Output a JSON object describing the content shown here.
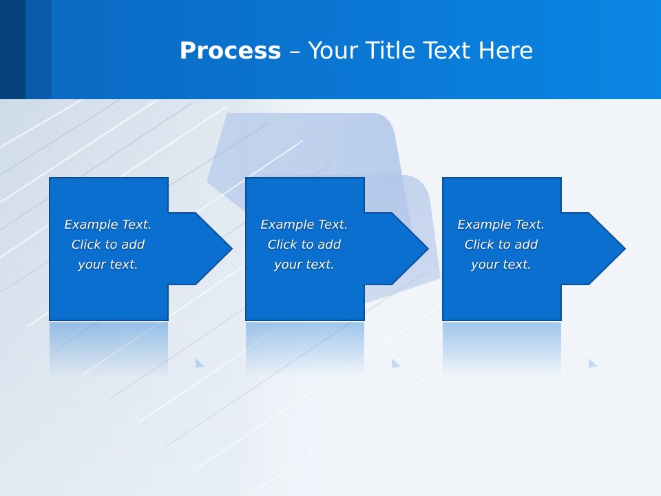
{
  "slide": {
    "title_strong": "Process",
    "title_rest": " – Your Title Text Here"
  },
  "steps": [
    {
      "text": "Example Text.\nClick  to add\nyour text."
    },
    {
      "text": "Example Text.\nClick  to add\nyour text."
    },
    {
      "text": "Example Text.\nClick  to add\nyour text."
    }
  ],
  "colors": {
    "header": "#0a76d2",
    "shape_fill": "#0b6fd0",
    "shape_border": "#0a4f97",
    "background": "#f1f5fa"
  }
}
